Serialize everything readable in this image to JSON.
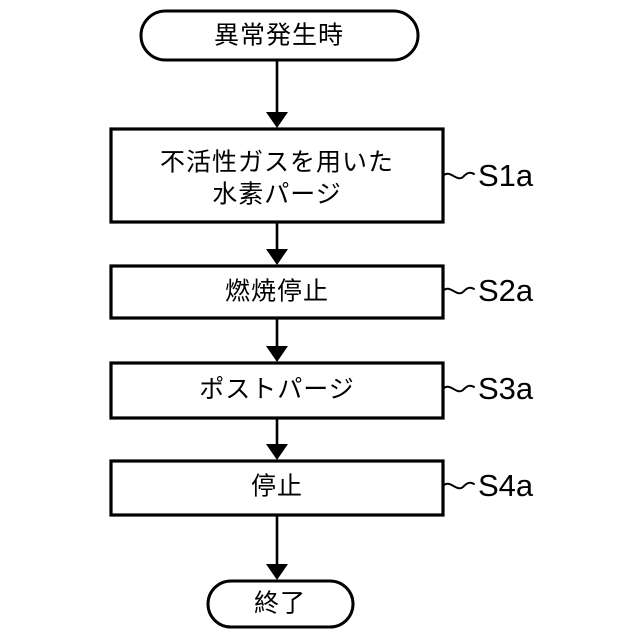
{
  "diagram": {
    "type": "flowchart",
    "orientation": "vertical",
    "background_color": "#ffffff",
    "line_color": "#000000",
    "nodes": [
      {
        "id": "start",
        "shape": "terminal-pill",
        "text": "異常発生時",
        "step_label": ""
      },
      {
        "id": "s1a",
        "shape": "rectangle",
        "text_line1": "不活性ガスを用いた",
        "text_line2": "水素パージ",
        "step_label": "S1a"
      },
      {
        "id": "s2a",
        "shape": "rectangle",
        "text_line1": "燃焼停止",
        "step_label": "S2a"
      },
      {
        "id": "s3a",
        "shape": "rectangle",
        "text_line1": "ポストパージ",
        "step_label": "S3a"
      },
      {
        "id": "s4a",
        "shape": "rectangle",
        "text_line1": "停止",
        "step_label": "S4a"
      },
      {
        "id": "end",
        "shape": "terminal-pill",
        "text": "終了",
        "step_label": ""
      }
    ],
    "edges": [
      {
        "from": "start",
        "to": "s1a",
        "style": "solid-arrow"
      },
      {
        "from": "s1a",
        "to": "s2a",
        "style": "solid-arrow"
      },
      {
        "from": "s2a",
        "to": "s3a",
        "style": "solid-arrow"
      },
      {
        "from": "s3a",
        "to": "s4a",
        "style": "solid-arrow"
      },
      {
        "from": "s4a",
        "to": "end",
        "style": "solid-arrow"
      }
    ]
  }
}
